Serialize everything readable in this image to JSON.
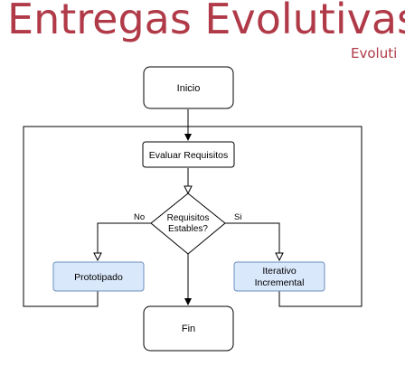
{
  "header": {
    "title": "Entregas Evolutivas",
    "subtitle": "Evoluti"
  },
  "diagram": {
    "start": "Inicio",
    "evaluate": "Evaluar Requisitos",
    "decision_line1": "Requisitos",
    "decision_line2": "Estables?",
    "branch_no": "No",
    "branch_yes": "Si",
    "prototype": "Prototipado",
    "iterative_line1": "Iterativo",
    "iterative_line2": "Incremental",
    "end": "Fin"
  },
  "colors": {
    "title": "#b03a48",
    "highlight_fill": "#dae8fc",
    "highlight_stroke": "#6c8ebf"
  }
}
